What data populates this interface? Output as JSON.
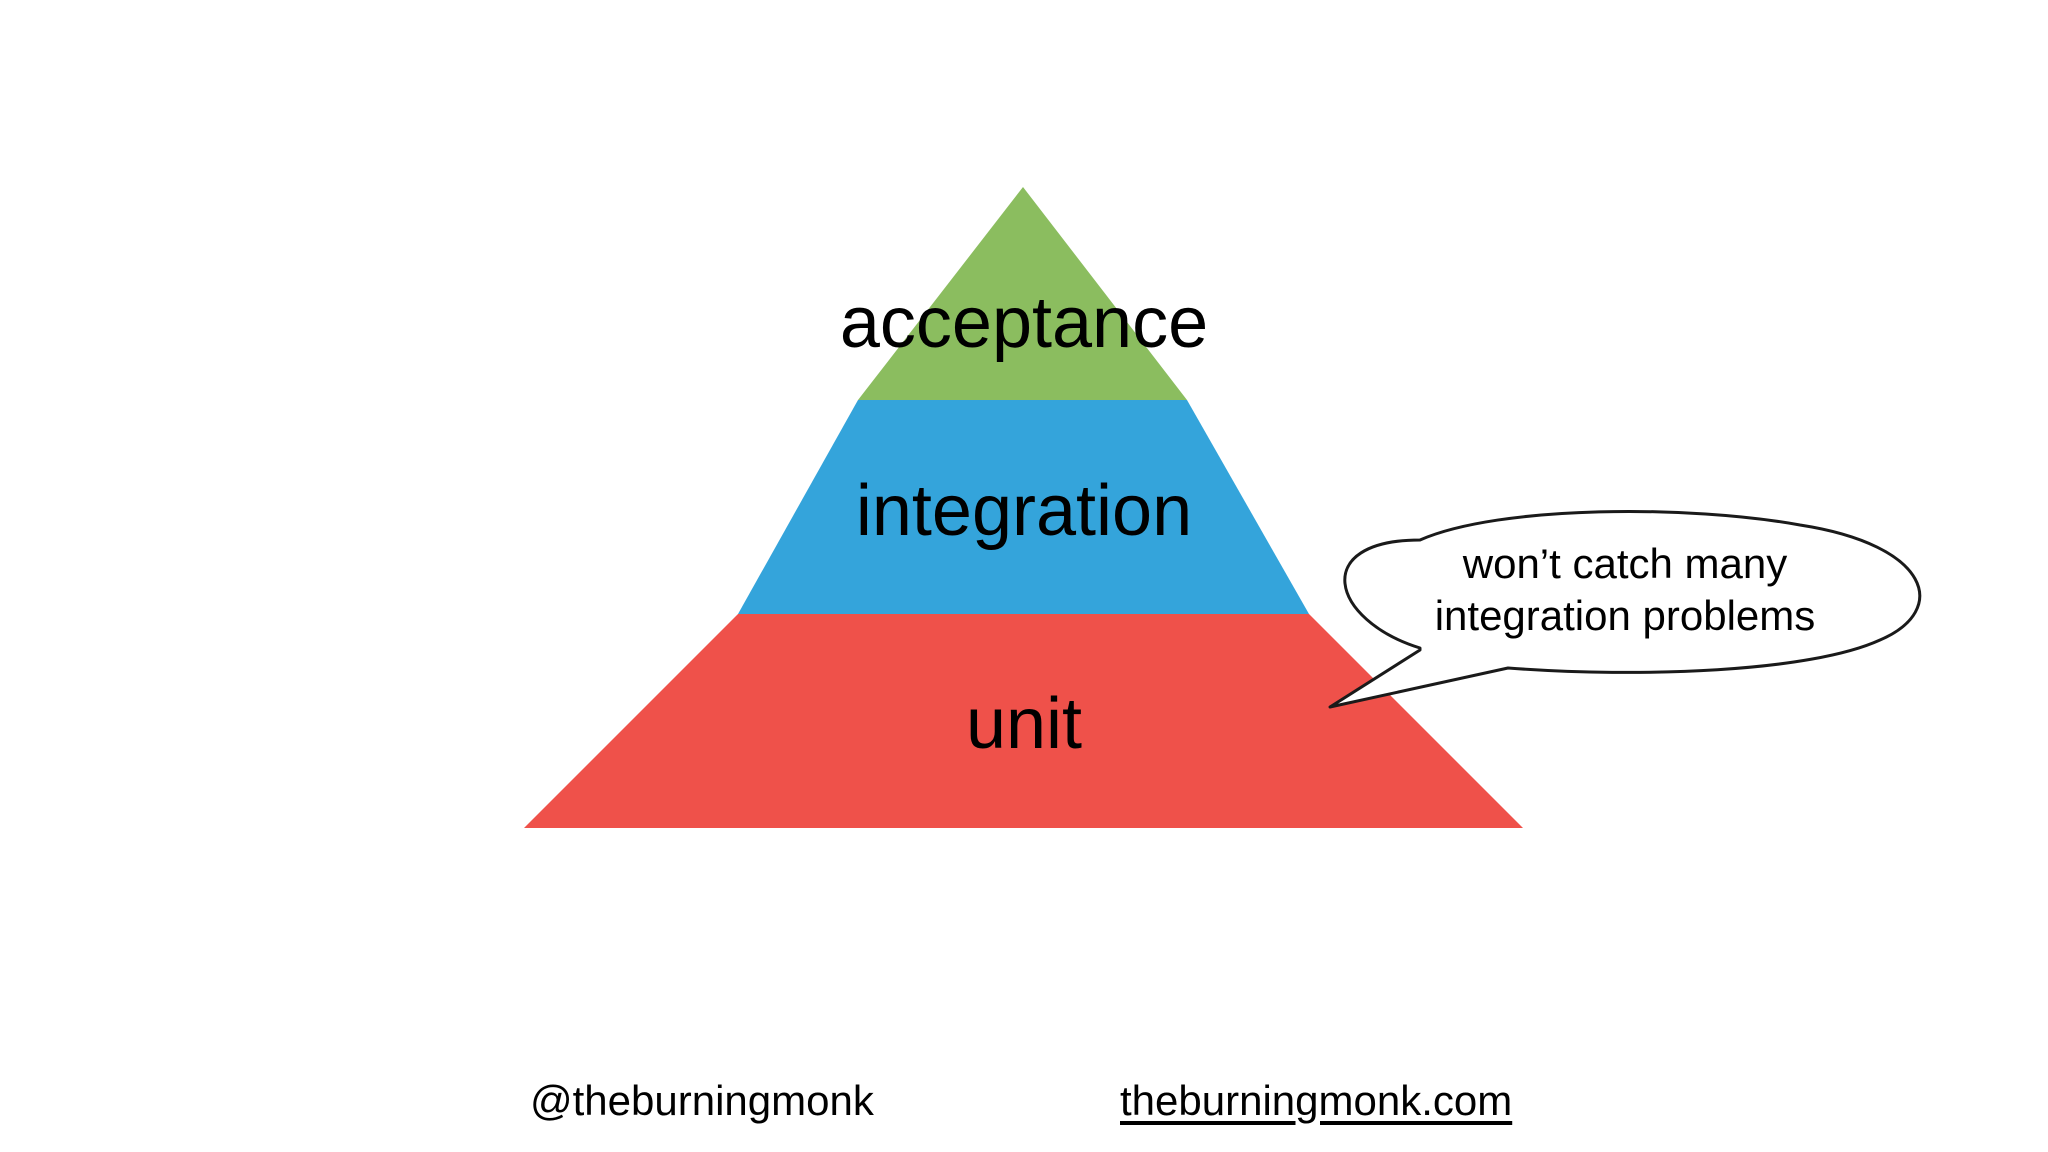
{
  "colors": {
    "background": "#ffffff",
    "acceptance": "#8bbd5f",
    "integration": "#34a4db",
    "unit": "#ef514a",
    "text": "#000000",
    "bubble_fill": "#ffffff",
    "bubble_stroke": "#1a1a1a"
  },
  "pyramid": {
    "tiers": [
      {
        "label": "acceptance"
      },
      {
        "label": "integration"
      },
      {
        "label": "unit"
      }
    ]
  },
  "callout": {
    "lines": [
      "won’t catch many",
      "integration problems"
    ]
  },
  "footer": {
    "handle": "@theburningmonk",
    "website": "theburningmonk.com"
  }
}
